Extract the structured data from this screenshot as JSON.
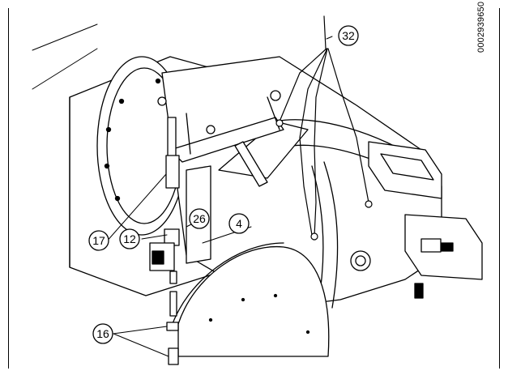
{
  "document_id": "0002939650",
  "callouts": [
    {
      "id": "32",
      "text": "32"
    },
    {
      "id": "4",
      "text": "4"
    },
    {
      "id": "26",
      "text": "26"
    },
    {
      "id": "17",
      "text": "17"
    },
    {
      "id": "12",
      "text": "12"
    },
    {
      "id": "16",
      "text": "16"
    }
  ],
  "colors": {
    "line": "#000000",
    "background": "#ffffff"
  }
}
